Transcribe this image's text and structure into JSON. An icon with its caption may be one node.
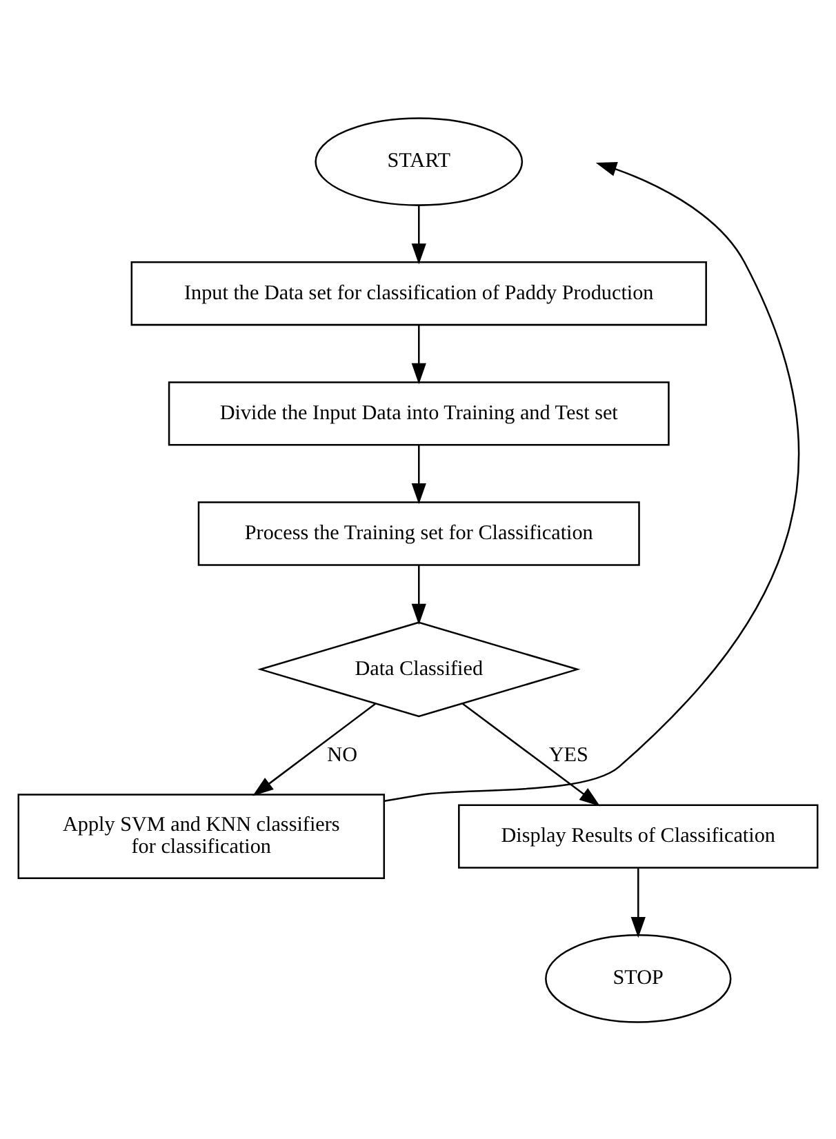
{
  "diagram": {
    "nodes": [
      {
        "text": [
          "START"
        ]
      },
      {
        "text": [
          "Input the Data set for classification of Paddy Production"
        ]
      },
      {
        "text": [
          "Divide the Input Data into Training and Test set"
        ]
      },
      {
        "text": [
          "Process the Training set for Classification"
        ]
      },
      {
        "text": [
          "Data Classified"
        ]
      },
      {
        "text": [
          "Apply SVM and KNN classifiers for classification"
        ]
      },
      {
        "text": [
          "Display Results of Classification"
        ]
      },
      {
        "text": [
          "STOP"
        ]
      }
    ],
    "edges": [
      {
        "from": 0,
        "to": 1,
        "arrow": "to"
      },
      {
        "from": 1,
        "to": 2,
        "arrow": "to"
      },
      {
        "from": 2,
        "to": 3,
        "arrow": "to"
      },
      {
        "from": 3,
        "to": 4,
        "arrow": "to"
      },
      {
        "from": 4,
        "to": 5,
        "arrow": "to",
        "label": "NO"
      },
      {
        "from": 5,
        "to": null,
        "arrow": "to"
      },
      {
        "from": 4,
        "to": 6,
        "arrow": "to",
        "label": "YES"
      },
      {
        "from": 6,
        "to": 7,
        "arrow": "to"
      }
    ]
  }
}
